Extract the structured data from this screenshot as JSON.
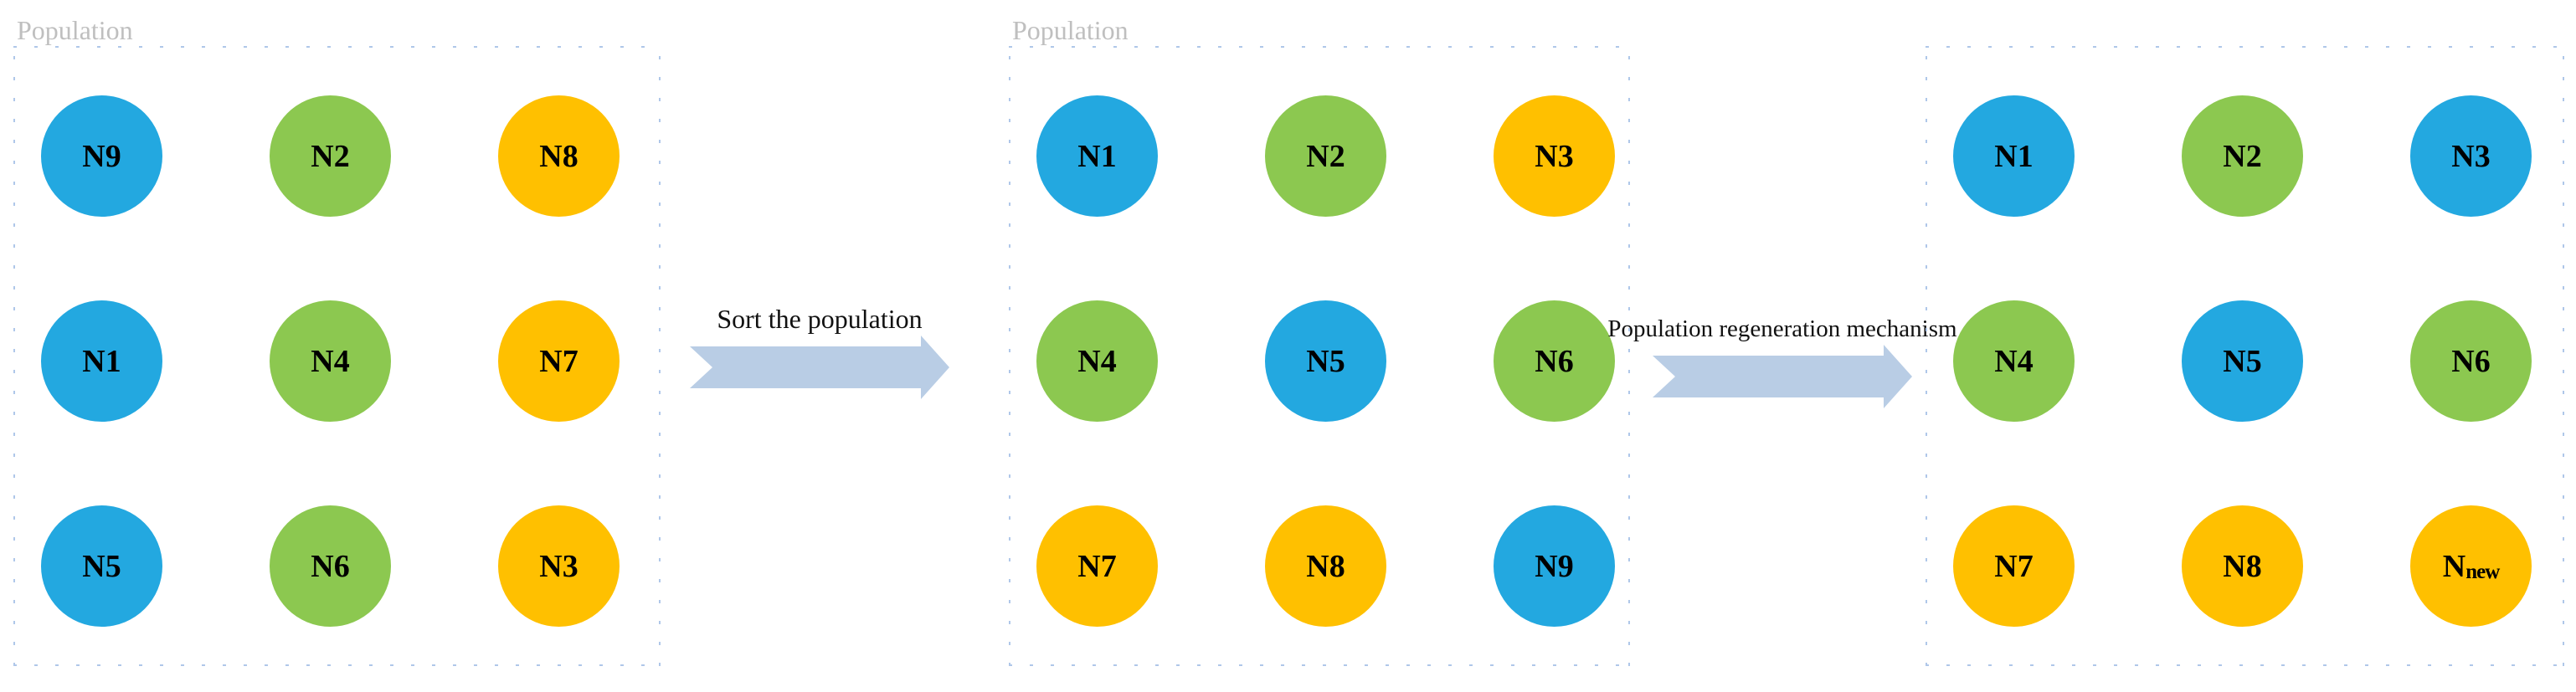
{
  "colors": {
    "blue": "#23A8E0",
    "green": "#8CC850",
    "orange": "#FFC000",
    "arrow_fill": "#B9CDE5",
    "box_border": "#AFC7E9",
    "box_label_gray": "#BFBFBF",
    "node_text": "#000000"
  },
  "boxes": [
    {
      "label": "Population",
      "nodes": [
        {
          "label": "N9",
          "sub": "",
          "color": "blue"
        },
        {
          "label": "N2",
          "sub": "",
          "color": "green"
        },
        {
          "label": "N8",
          "sub": "",
          "color": "orange"
        },
        {
          "label": "N1",
          "sub": "",
          "color": "blue"
        },
        {
          "label": "N4",
          "sub": "",
          "color": "green"
        },
        {
          "label": "N7",
          "sub": "",
          "color": "orange"
        },
        {
          "label": "N5",
          "sub": "",
          "color": "blue"
        },
        {
          "label": "N6",
          "sub": "",
          "color": "green"
        },
        {
          "label": "N3",
          "sub": "",
          "color": "orange"
        }
      ]
    },
    {
      "label": "Population",
      "nodes": [
        {
          "label": "N1",
          "sub": "",
          "color": "blue"
        },
        {
          "label": "N2",
          "sub": "",
          "color": "green"
        },
        {
          "label": "N3",
          "sub": "",
          "color": "orange"
        },
        {
          "label": "N4",
          "sub": "",
          "color": "green"
        },
        {
          "label": "N5",
          "sub": "",
          "color": "blue"
        },
        {
          "label": "N6",
          "sub": "",
          "color": "green"
        },
        {
          "label": "N7",
          "sub": "",
          "color": "orange"
        },
        {
          "label": "N8",
          "sub": "",
          "color": "orange"
        },
        {
          "label": "N9",
          "sub": "",
          "color": "blue"
        }
      ]
    },
    {
      "label": "",
      "nodes": [
        {
          "label": "N1",
          "sub": "",
          "color": "blue"
        },
        {
          "label": "N2",
          "sub": "",
          "color": "green"
        },
        {
          "label": "N3",
          "sub": "",
          "color": "blue"
        },
        {
          "label": "N4",
          "sub": "",
          "color": "green"
        },
        {
          "label": "N5",
          "sub": "",
          "color": "blue"
        },
        {
          "label": "N6",
          "sub": "",
          "color": "green"
        },
        {
          "label": "N7",
          "sub": "",
          "color": "orange"
        },
        {
          "label": "N8",
          "sub": "",
          "color": "orange"
        },
        {
          "label": "N",
          "sub": "new",
          "color": "orange"
        }
      ]
    }
  ],
  "arrows": [
    {
      "label": "Sort the population"
    },
    {
      "label": "Population regeneration mechanism"
    }
  ]
}
